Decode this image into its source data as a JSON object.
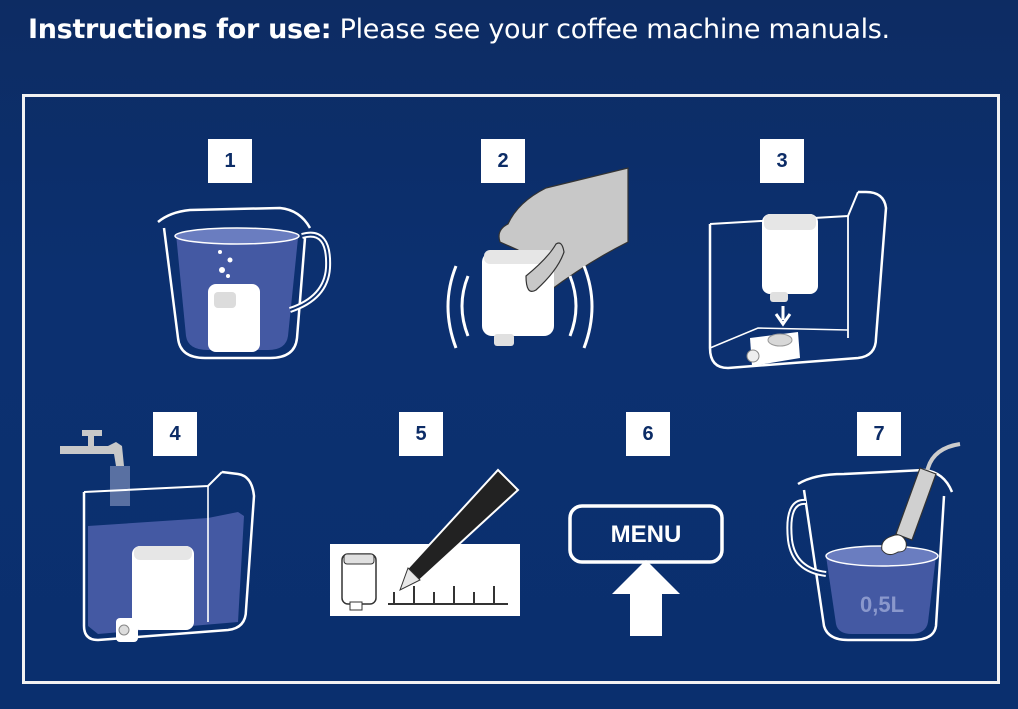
{
  "header": {
    "title_bold": "Instructions for use:",
    "title_rest": "Please see your coffee machine manuals."
  },
  "steps": [
    {
      "number": "1",
      "icon": "jug-with-filter-icon"
    },
    {
      "number": "2",
      "icon": "hand-shaking-filter-icon"
    },
    {
      "number": "3",
      "icon": "filter-into-tank-icon"
    },
    {
      "number": "4",
      "icon": "fill-tank-from-tap-icon"
    },
    {
      "number": "5",
      "icon": "mark-date-pencil-icon"
    },
    {
      "number": "6",
      "icon": "menu-button-icon",
      "button_label": "MENU"
    },
    {
      "number": "7",
      "icon": "jug-with-steam-wand-icon",
      "volume_label": "0,5L"
    }
  ],
  "colors": {
    "background": "#0c3070",
    "water": "#4a5ea8",
    "outline": "#ffffff"
  }
}
